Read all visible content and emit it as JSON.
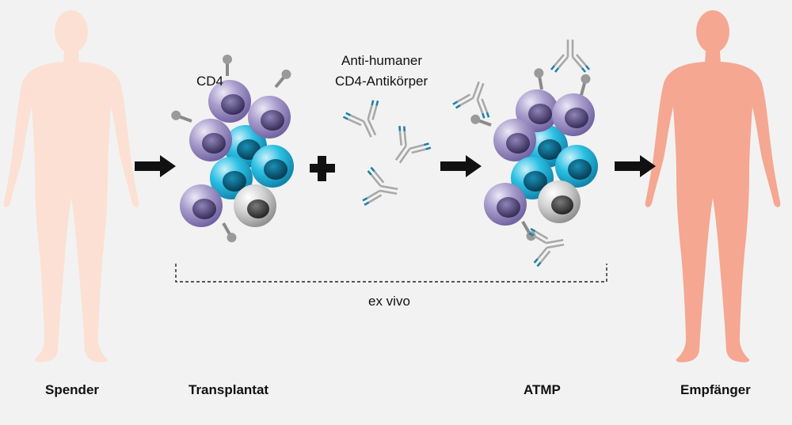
{
  "labels": {
    "spender": "Spender",
    "transplantat": "Transplantat",
    "atmp": "ATMP",
    "empfaenger": "Empfänger",
    "cd4": "CD4",
    "antibody_line1": "Anti-humaner",
    "antibody_line2": "CD4-Antikörper",
    "ex_vivo": "ex vivo"
  },
  "colors": {
    "background": "#f2f2f2",
    "donor": "#fce0d3",
    "recipient": "#f5a791",
    "cd4_cell": "#9b8fc0",
    "cyan_cell": "#1fb4d8",
    "grey_cell": "#b8b8b8",
    "antibody": "#a8a8a8",
    "antibody_tip": "#1f7fa8",
    "arrow": "#111111"
  },
  "icons": [
    "human-silhouette",
    "arrow-right",
    "plus-sign",
    "cell",
    "antibody",
    "dashed-bracket"
  ]
}
